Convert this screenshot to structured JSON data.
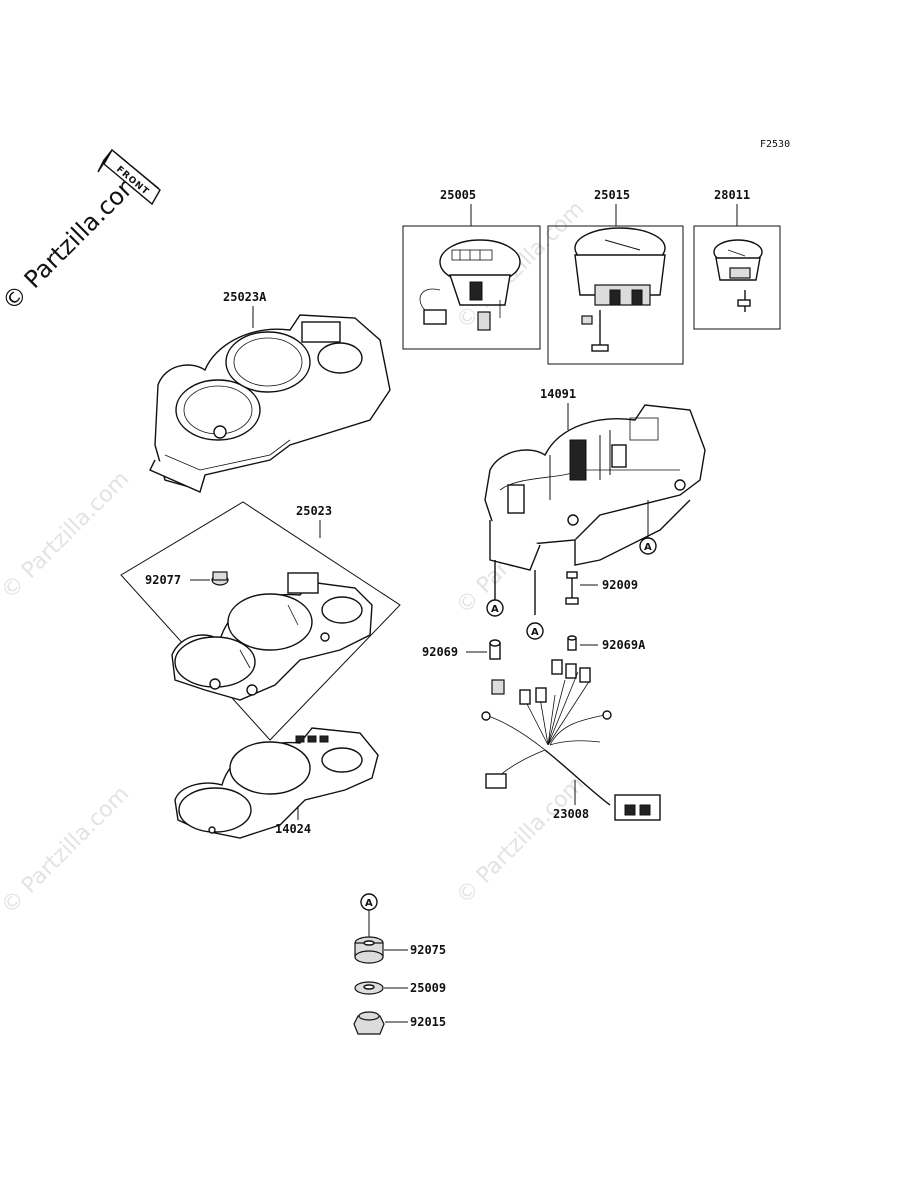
{
  "diagram_code": "F2530",
  "watermark": {
    "main": "© Partzilla.com",
    "faint": "© Partzilla.com"
  },
  "front_marker": "FRONT",
  "ref_mark": "A",
  "parts": {
    "p25005": "25005",
    "p25015": "25015",
    "p28011": "28011",
    "p25023A": "25023A",
    "p14091": "14091",
    "p25023": "25023",
    "p92077": "92077",
    "p92009": "92009",
    "p92069": "92069",
    "p92069A": "92069A",
    "p14024": "14024",
    "p23008": "23008",
    "p92075": "92075",
    "p25009": "25009",
    "p92015": "92015"
  }
}
